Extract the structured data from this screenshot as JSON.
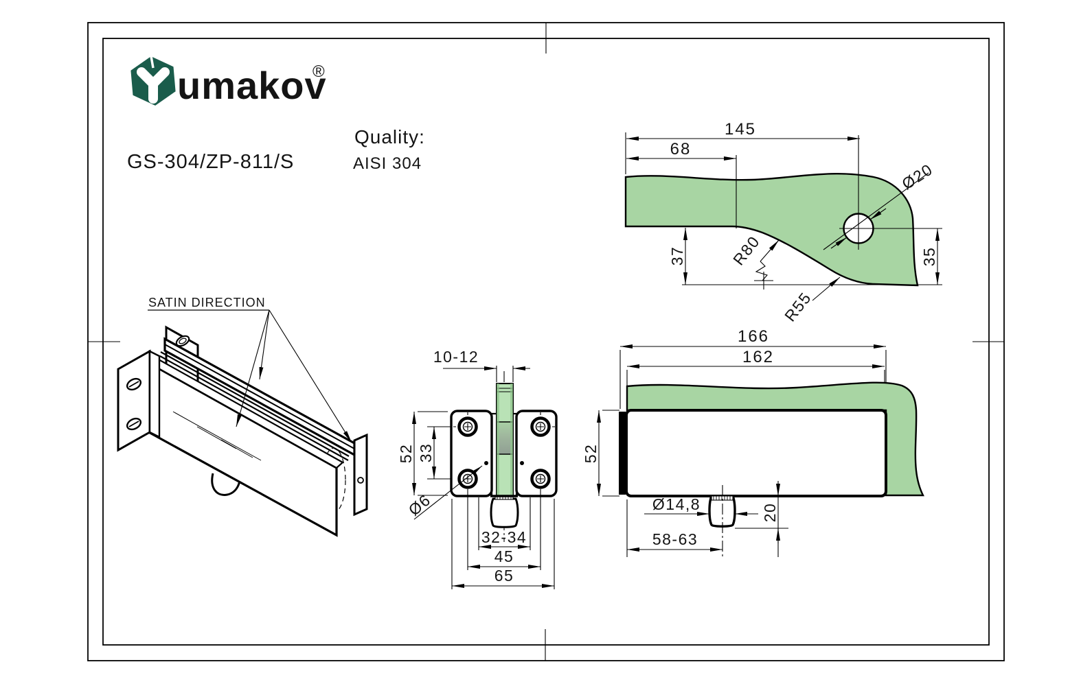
{
  "header": {
    "brand": "umakov",
    "registered": "®",
    "product_code": "GS-304/ZP-811/S",
    "quality_label": "Quality:",
    "quality_value": "AISI 304"
  },
  "colors": {
    "brand_green": "#1a5c4b",
    "glass_green": "#a8d5a3",
    "glass_light": "#b9e2b6",
    "line_black": "#000000"
  },
  "views": {
    "isometric": {
      "annotation": "SATIN DIRECTION"
    },
    "plan": {
      "dims": {
        "overall_width": "145",
        "hole_offset": "68",
        "hole_diameter": "Ø20",
        "left_height": "37",
        "radius_large": "R80",
        "radius_small": "R55",
        "right_height": "35"
      }
    },
    "front": {
      "dims": {
        "glass_thickness": "10-12",
        "body_height": "52",
        "hole_spacing_v": "33",
        "pin_hole_diameter": "Ø6",
        "pivot_offset_range": "32-34",
        "hole_spacing_h": "45",
        "body_width": "65"
      }
    },
    "side": {
      "dims": {
        "overall_length": "166",
        "body_length": "162",
        "body_height": "52",
        "pivot_diameter": "Ø14,8",
        "pivot_length": "20",
        "pivot_offset_range": "58-63"
      }
    }
  }
}
